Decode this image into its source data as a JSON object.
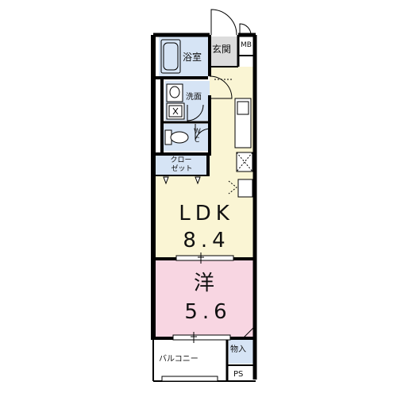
{
  "rooms": {
    "bath": "浴室",
    "entrance": "玄関",
    "meter_box": "MB",
    "washroom": "洗面",
    "wc_line1": "W",
    "wc_line2": "C",
    "closet_line1": "クロー",
    "closet_line2": "ゼット",
    "ldk_name": "LDK",
    "ldk_size": "8.4",
    "western_name": "洋",
    "western_size": "5.6",
    "storage": "物入",
    "balcony": "バルコニー",
    "pipe_space": "PS"
  },
  "colors": {
    "ldk_fill": "#faf5d4",
    "western_fill": "#f8d6e2",
    "service_fill": "#d6e4f5",
    "wall": "#000000"
  }
}
